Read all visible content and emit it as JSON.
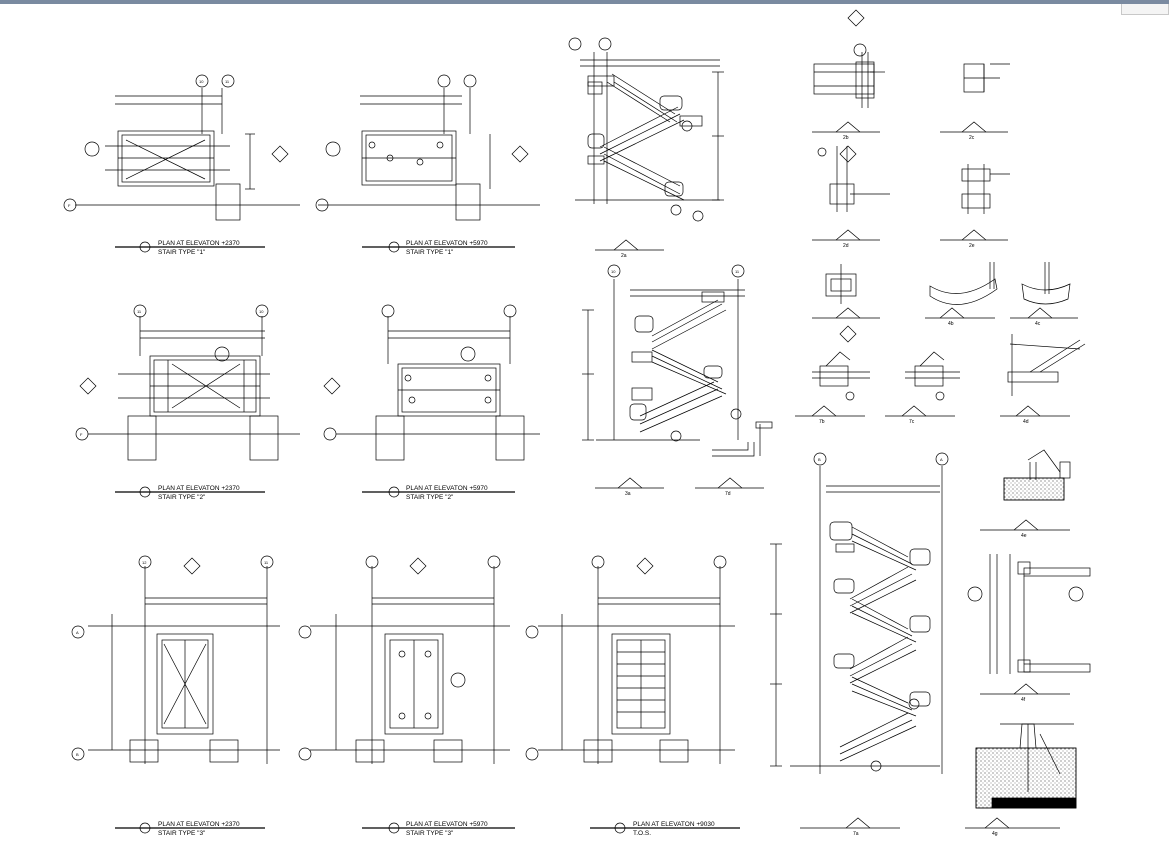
{
  "sheet": {
    "titles": {
      "p1": {
        "line1": "PLAN AT ELEVATON +2370",
        "line2": "STAIR TYPE \"1\""
      },
      "p2": {
        "line1": "PLAN AT ELEVATON +5970",
        "line2": "STAIR TYPE \"1\""
      },
      "p3": {
        "line1": "PLAN AT ELEVATON +2370",
        "line2": "STAIR TYPE \"2\""
      },
      "p4": {
        "line1": "PLAN AT ELEVATON +5970",
        "line2": "STAIR TYPE \"2\""
      },
      "p5": {
        "line1": "PLAN AT ELEVATON +2370",
        "line2": "STAIR TYPE \"3\""
      },
      "p6": {
        "line1": "PLAN AT ELEVATON +5970",
        "line2": "STAIR TYPE \"3\""
      },
      "p7": {
        "line1": "PLAN AT ELEVATON +9030",
        "line2": "T.O.S."
      }
    },
    "details": {
      "d1": "2a",
      "d2": "2b",
      "d3": "2c",
      "d4": "2d",
      "d5": "2e",
      "d6": "3a",
      "d7": "7d",
      "d8": "4b",
      "d9": "4c",
      "d10": "4d",
      "d11": "7b",
      "d12": "7c",
      "d13": "7a",
      "d14": "4e",
      "d15": "4f",
      "d16": "4g"
    },
    "grid": {
      "g1": "10",
      "g2": "11",
      "g3": "12",
      "g4": "13",
      "g5": "A",
      "g6": "B",
      "g7": "F"
    }
  }
}
